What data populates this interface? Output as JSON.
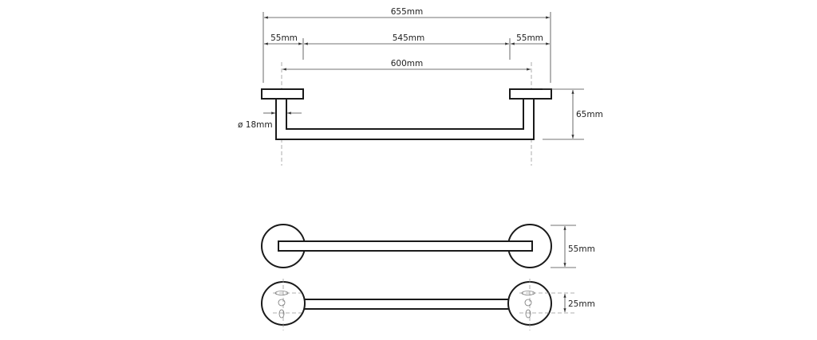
{
  "drawing": {
    "front_view": {
      "total_width": "655mm",
      "left_flange": "55mm",
      "middle_span": "545mm",
      "right_flange": "55mm",
      "center_distance": "600mm",
      "depth": "65mm",
      "tube_diameter": "ø 18mm"
    },
    "top_view": {
      "flange_diameter": "55mm"
    },
    "back_view": {
      "mount_height": "25mm"
    }
  }
}
